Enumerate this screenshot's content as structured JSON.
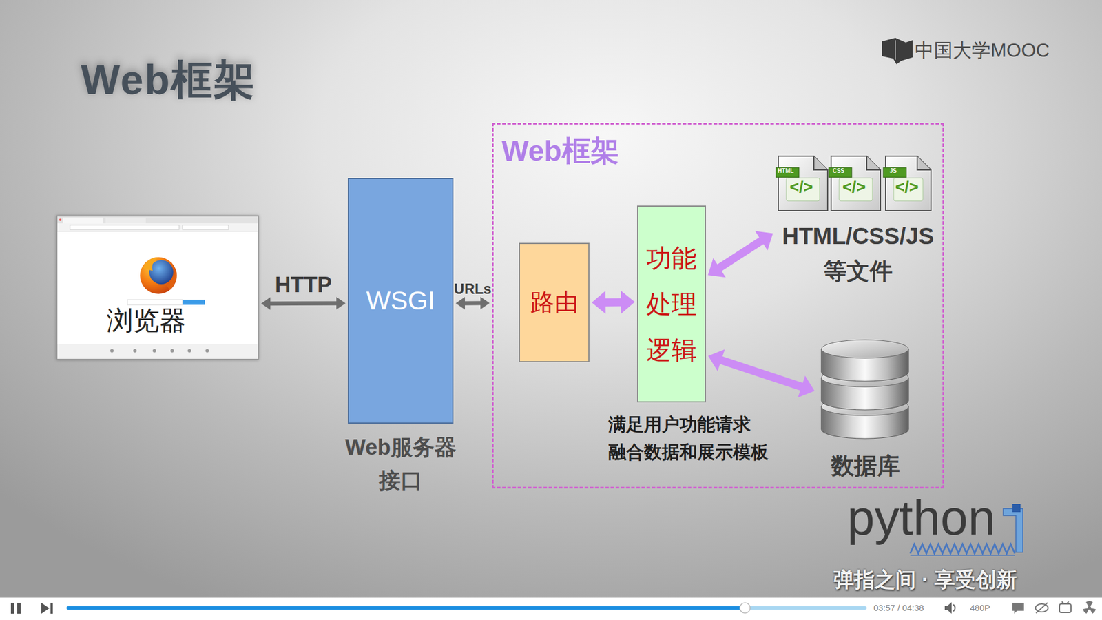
{
  "diagram": {
    "title": "Web框架",
    "nodes": [
      {
        "text": [
          "浏览器"
        ]
      },
      {
        "text": [
          "WSGI",
          "Web服务器 接口"
        ]
      },
      {
        "text": [
          "Web框架"
        ]
      },
      {
        "text": [
          "路由"
        ],
        "in": 2
      },
      {
        "text": [
          "功能 处理 逻辑"
        ],
        "in": 2
      },
      {
        "text": [
          "HTML/CSS/JS 等文件"
        ],
        "in": 2
      },
      {
        "text": [
          "数据库"
        ],
        "in": 2
      }
    ],
    "edges": [
      {
        "from": 0,
        "to": 1,
        "label": "HTTP",
        "arrow": "both"
      },
      {
        "from": 1,
        "to": 2,
        "label": "URLs",
        "arrow": "both"
      },
      {
        "from": 3,
        "to": 4,
        "arrow": "both"
      },
      {
        "from": 4,
        "to": 5,
        "arrow": "both"
      },
      {
        "from": 4,
        "to": 6,
        "arrow": "both"
      }
    ],
    "labels": [
      "中国大学MOOC",
      "满足用户功能请求 融合数据和展示模板",
      "HTML",
      "</>",
      "CSS",
      "</>",
      "JS",
      "</>",
      "python",
      "弹指之间 · 享受创新",
      "03:57 / 04:38",
      "480P"
    ]
  }
}
